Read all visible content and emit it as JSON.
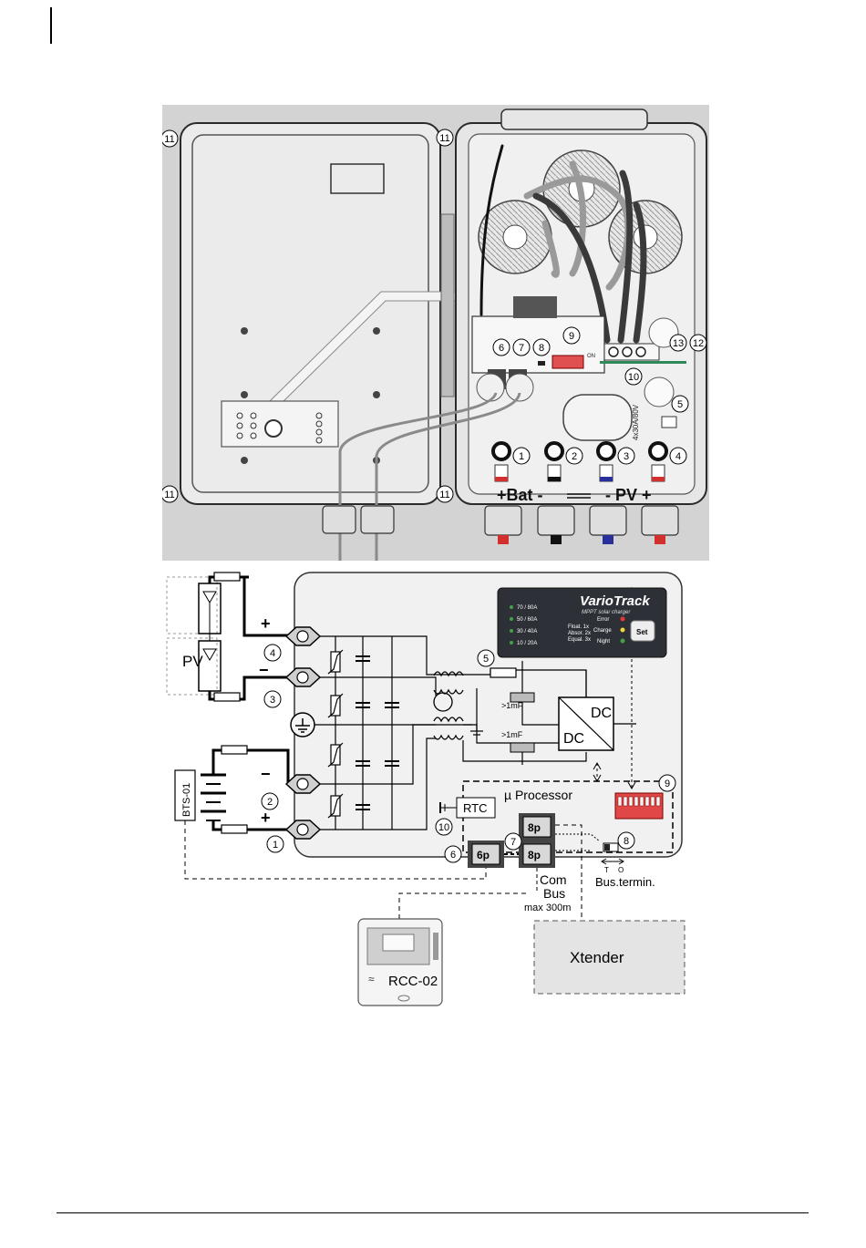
{
  "callouts": {
    "c1": "1",
    "c2": "2",
    "c3": "3",
    "c4": "4",
    "c5": "5",
    "c6": "6",
    "c7": "7",
    "c8": "8",
    "c9": "9",
    "c10": "10",
    "c11": "11",
    "c12": "12",
    "c13": "13"
  },
  "enclosure": {
    "bat_label": "+Bat -",
    "pv_label": "- PV +",
    "side_label": "4x30A/80V",
    "dip_on": "ON"
  },
  "schematic": {
    "pv_label": "PV",
    "plus": "+",
    "minus": "−",
    "cap_top": ">1mF",
    "cap_bottom": ">1mF",
    "dc_top": "DC",
    "dc_bottom": "DC",
    "processor": "µ Processor",
    "rtc": "RTC",
    "bts": "BTS-01",
    "conn_6": "6p",
    "conn_7": "8p",
    "conn_7b": "8p",
    "com_bus_1": "Com",
    "com_bus_2": "Bus",
    "max_len": "max 300m",
    "bus_termin": "Bus.termin.",
    "switch_t": "T",
    "switch_o": "O",
    "xtender": "Xtender",
    "rcc": "RCC-02"
  },
  "panel": {
    "brand": "VarioTrack",
    "subtitle": "MPPT solar charger",
    "currents": [
      "70 / 80A",
      "50 / 60A",
      "30 / 40A",
      "10 / 20A"
    ],
    "modes": [
      "Float. 1x",
      "Absor. 2x",
      "Equal. 3x"
    ],
    "status": [
      "Error",
      "Charge",
      "Night"
    ],
    "set_button": "Set",
    "status_colors": {
      "error": "#e53935",
      "charge": "#f3d53a",
      "night": "#43a047"
    }
  },
  "wire_colors": {
    "red": "#d32f2f",
    "black": "#111111",
    "blue": "#2a2f9e"
  }
}
